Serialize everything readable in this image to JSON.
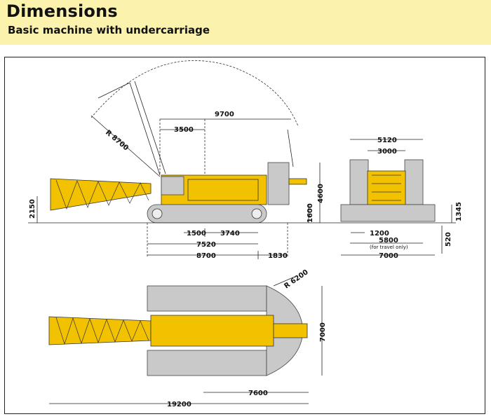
{
  "header": {
    "title": "Dimensions",
    "subtitle": "Basic machine with undercarriage"
  },
  "dimensions": {
    "side_view": {
      "radius": "R 8700",
      "d9700": "9700",
      "d3500": "3500",
      "d2150": "2150",
      "d1600": "1600",
      "d4600": "4600",
      "d1500": "1500",
      "d3740": "3740",
      "d7520": "7520",
      "d8700": "8700",
      "d1830": "1830"
    },
    "front_view": {
      "d5120": "5120",
      "d3000": "3000",
      "d1345": "1345",
      "d1200": "1200",
      "d5800": "5800",
      "travel_note": "(for travel only)",
      "d520": "520",
      "d7000": "7000"
    },
    "top_view": {
      "radius": "R 6200",
      "d7000": "7000",
      "d7600": "7600",
      "d19200": "19200"
    }
  },
  "colors": {
    "header_bg": "#fbf2ae",
    "machine_yellow": "#f2c200",
    "track_grey": "#c9c9c9"
  }
}
